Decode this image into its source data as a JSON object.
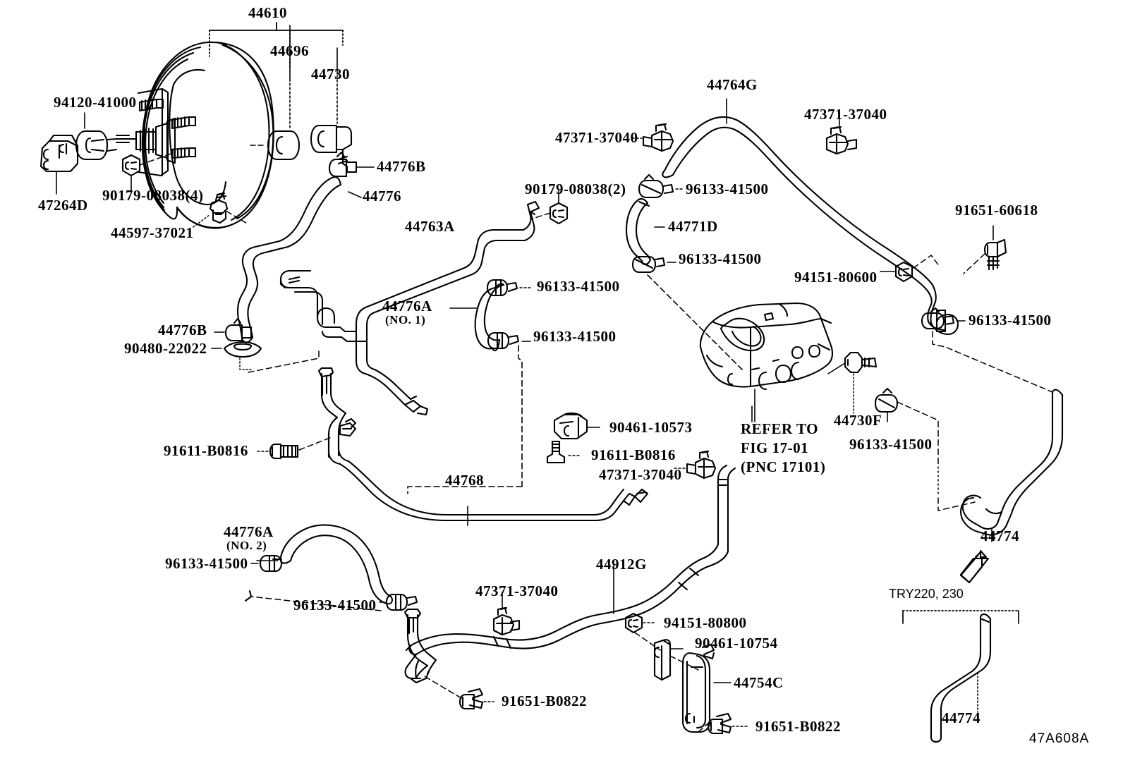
{
  "diagram": {
    "title": "Toyota brake booster and vacuum hose parts diagram",
    "figure_code": "47A608A",
    "refer_note_line1": "REFER TO",
    "refer_note_line2": "FIG 17-01",
    "refer_note_line3": "(PNC 17101)",
    "variant_bracket_label": "TRY220, 230",
    "line_color": "#000000",
    "background_color": "#ffffff"
  },
  "labels": {
    "p44610": "44610",
    "p44696": "44696",
    "p44730": "44730",
    "p94120_41000": "94120-41000",
    "p47264D": "47264D",
    "p90179_08038_4": "90179-08038(4)",
    "p44597_37021": "44597-37021",
    "p44776B_top": "44776B",
    "p44776": "44776",
    "p44763A": "44763A",
    "p44776A_no1": "44776A",
    "p44776A_no1_sub": "(NO. 1)",
    "p96133_41500_a": "96133-41500",
    "p96133_41500_b": "96133-41500",
    "p44776B_mid": "44776B",
    "p90480_22022": "90480-22022",
    "p91611_B0816_left": "91611-B0816",
    "p44768": "44768",
    "p44776A_no2": "44776A",
    "p44776A_no2_sub": "(NO. 2)",
    "p96133_41500_c": "96133-41500",
    "p96133_41500_d": "96133-41500",
    "p90461_10573": "90461-10573",
    "p91611_B0816_mid": "91611-B0816",
    "p47371_37040_mid": "47371-37040",
    "p47371_37040_bottom": "47371-37040",
    "p44912G": "44912G",
    "p91651_B0822_left": "91651-B0822",
    "p94151_80800": "94151-80800",
    "p90461_10754": "90461-10754",
    "p44754C": "44754C",
    "p91651_B0822_right": "91651-B0822",
    "p44764G": "44764G",
    "p47371_37040_ul": "47371-37040",
    "p47371_37040_ur": "47371-37040",
    "p90179_08038_2": "90179-08038(2)",
    "p96133_41500_e": "96133-41500",
    "p44771D": "44771D",
    "p96133_41500_f": "96133-41500",
    "p91651_60618": "91651-60618",
    "p94151_80600": "94151-80600",
    "p96133_41500_g": "96133-41500",
    "p44730F": "44730F",
    "p96133_41500_h": "96133-41500",
    "p44774_upper": "44774",
    "p44774_lower": "44774",
    "figure_code": "47A608A",
    "refer1": "REFER TO",
    "refer2": "FIG 17-01",
    "refer3": "(PNC 17101)",
    "try_bracket": "TRY220, 230"
  },
  "parts_list": [
    {
      "number": "44610",
      "name": "brake-booster-assembly"
    },
    {
      "number": "44696",
      "name": "booster-grommet"
    },
    {
      "number": "44730",
      "name": "vacuum-check-valve"
    },
    {
      "number": "94120-41000",
      "name": "clevis-pin"
    },
    {
      "number": "47264D",
      "name": "booster-bracket"
    },
    {
      "number": "90179-08038(4)",
      "name": "booster-nut"
    },
    {
      "number": "44597-37021",
      "name": "hose-clamp"
    },
    {
      "number": "44776B",
      "name": "vacuum-connector"
    },
    {
      "number": "44776",
      "name": "vacuum-hose"
    },
    {
      "number": "44763A",
      "name": "vacuum-pipe"
    },
    {
      "number": "44776A",
      "name": "vacuum-hose-no1"
    },
    {
      "number": "96133-41500",
      "name": "hose-clip"
    },
    {
      "number": "90480-22022",
      "name": "grommet"
    },
    {
      "number": "91611-B0816",
      "name": "bolt"
    },
    {
      "number": "44768",
      "name": "vacuum-tube"
    },
    {
      "number": "90461-10573",
      "name": "hose-clamp"
    },
    {
      "number": "47371-37040",
      "name": "tube-clamp"
    },
    {
      "number": "44912G",
      "name": "vacuum-hose-long"
    },
    {
      "number": "91651-B0822",
      "name": "bolt"
    },
    {
      "number": "94151-80800",
      "name": "nut"
    },
    {
      "number": "90461-10754",
      "name": "clamp"
    },
    {
      "number": "44754C",
      "name": "bracket"
    },
    {
      "number": "44764G",
      "name": "vacuum-hose-upper"
    },
    {
      "number": "90179-08038(2)",
      "name": "nut"
    },
    {
      "number": "44771D",
      "name": "vacuum-hose-short"
    },
    {
      "number": "91651-60618",
      "name": "bolt"
    },
    {
      "number": "94151-80600",
      "name": "nut"
    },
    {
      "number": "44730F",
      "name": "check-valve"
    },
    {
      "number": "44774",
      "name": "vacuum-hose-return"
    }
  ]
}
